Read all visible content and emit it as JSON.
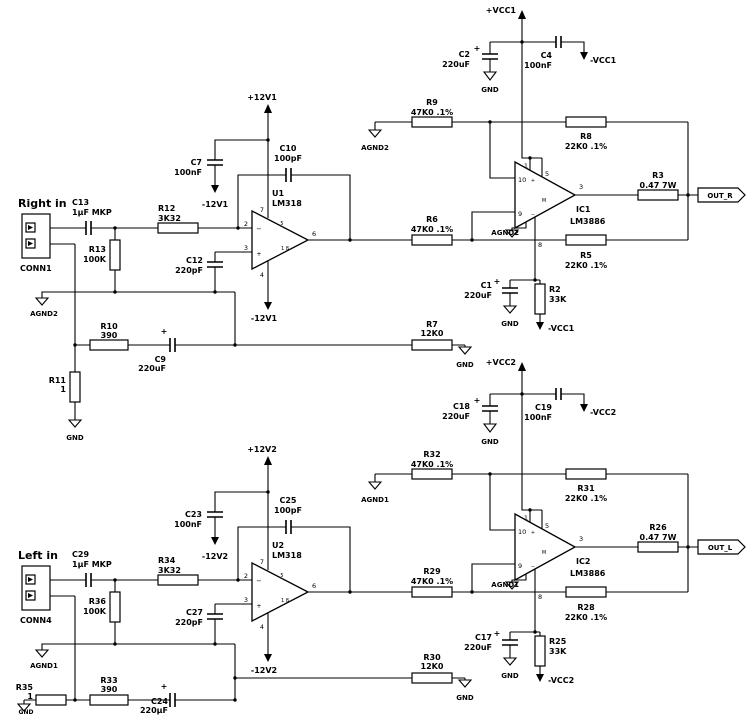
{
  "doc": {
    "type": "circuit-schematic",
    "description": "Stereo composite power amplifier schematic, LM318 driver + LM3886 output, right and left channels"
  },
  "sym": {
    "plus": "+",
    "minus": "−"
  },
  "channels": [
    {
      "title": "Right in",
      "conn_ref": "CONN1",
      "out_label": "OUT_R",
      "rails": {
        "vcc_pos": "+VCC1",
        "vcc_neg": "-VCC1",
        "v12_pos": "+12V1",
        "v12_neg": "-12V1",
        "agnd": "AGND2",
        "gnd": "GND"
      },
      "opamp": {
        "ref": "U1",
        "part": "LM318",
        "pin_inv": "2",
        "pin_nin": "3",
        "pin_out": "6",
        "pin_vp": "7",
        "pin_vn": "4",
        "pin_comp_top": "5",
        "pin_comp_bot": "1 8"
      },
      "pamp": {
        "ref": "IC1",
        "part": "LM3886",
        "pin_nin": "10",
        "pin_inv": "9",
        "pin_out": "3",
        "pin_vp1": "1",
        "pin_vp2": "5",
        "pin_mute": "8",
        "mute_mark": "M"
      },
      "parts": {
        "c_in": {
          "ref": "C13",
          "value": "1µF MKP"
        },
        "r_series": {
          "ref": "R12",
          "value": "3K32"
        },
        "r_input": {
          "ref": "R13",
          "value": "100K"
        },
        "c_sup": {
          "ref": "C7",
          "value": "100nF"
        },
        "c_fb": {
          "ref": "C10",
          "value": "100pF"
        },
        "c_nin": {
          "ref": "C12",
          "value": "220pF"
        },
        "r_plus": {
          "ref": "R9",
          "value": "47K0 .1%"
        },
        "r_minus": {
          "ref": "R6",
          "value": "47K0 .1%"
        },
        "r_fb_top": {
          "ref": "R8",
          "value": "22K0 .1%"
        },
        "r_fb_bot": {
          "ref": "R5",
          "value": "22K0 .1%"
        },
        "r_out": {
          "ref": "R3",
          "value": "0.47 7W"
        },
        "c_dec_pol": {
          "ref": "C2",
          "value": "220uF"
        },
        "c_dec": {
          "ref": "C4",
          "value": "100nF"
        },
        "c_mute": {
          "ref": "C1",
          "value": "220uF"
        },
        "r_mute": {
          "ref": "R2",
          "value": "33K"
        },
        "r_gnd": {
          "ref": "R7",
          "value": "12K0"
        },
        "r_lift": {
          "ref": "R10",
          "value": "390"
        },
        "r_lift2": {
          "ref": "R11",
          "value": "1"
        },
        "c_lift": {
          "ref": "C9",
          "value": "220uF"
        }
      }
    },
    {
      "title": "Left in",
      "conn_ref": "CONN4",
      "out_label": "OUT_L",
      "rails": {
        "vcc_pos": "+VCC2",
        "vcc_neg": "-VCC2",
        "v12_pos": "+12V2",
        "v12_neg": "-12V2",
        "agnd": "AGND1",
        "gnd": "GND"
      },
      "opamp": {
        "ref": "U2",
        "part": "LM318",
        "pin_inv": "2",
        "pin_nin": "3",
        "pin_out": "6",
        "pin_vp": "7",
        "pin_vn": "4",
        "pin_comp_top": "5",
        "pin_comp_bot": "1 8"
      },
      "pamp": {
        "ref": "IC2",
        "part": "LM3886",
        "pin_nin": "10",
        "pin_inv": "9",
        "pin_out": "3",
        "pin_vp1": "1",
        "pin_vp2": "5",
        "pin_mute": "8",
        "mute_mark": "M"
      },
      "parts": {
        "c_in": {
          "ref": "C29",
          "value": "1µF MKP"
        },
        "r_series": {
          "ref": "R34",
          "value": "3K32"
        },
        "r_input": {
          "ref": "R36",
          "value": "100K"
        },
        "c_sup": {
          "ref": "C23",
          "value": "100nF"
        },
        "c_fb": {
          "ref": "C25",
          "value": "100pF"
        },
        "c_nin": {
          "ref": "C27",
          "value": "220pF"
        },
        "r_plus": {
          "ref": "R32",
          "value": "47K0 .1%"
        },
        "r_minus": {
          "ref": "R29",
          "value": "47K0 .1%"
        },
        "r_fb_top": {
          "ref": "R31",
          "value": "22K0 .1%"
        },
        "r_fb_bot": {
          "ref": "R28",
          "value": "22K0 .1%"
        },
        "r_out": {
          "ref": "R26",
          "value": "0.47 7W"
        },
        "c_dec_pol": {
          "ref": "C18",
          "value": "220uF"
        },
        "c_dec": {
          "ref": "C19",
          "value": "100nF"
        },
        "c_mute": {
          "ref": "C17",
          "value": "220uF"
        },
        "r_mute": {
          "ref": "R25",
          "value": "33K"
        },
        "r_gnd": {
          "ref": "R30",
          "value": "12K0"
        },
        "r_lift": {
          "ref": "R33",
          "value": "390"
        },
        "r_lift2": {
          "ref": "R35",
          "value": "1"
        },
        "c_lift": {
          "ref": "C24",
          "value": "220µF"
        }
      }
    }
  ]
}
